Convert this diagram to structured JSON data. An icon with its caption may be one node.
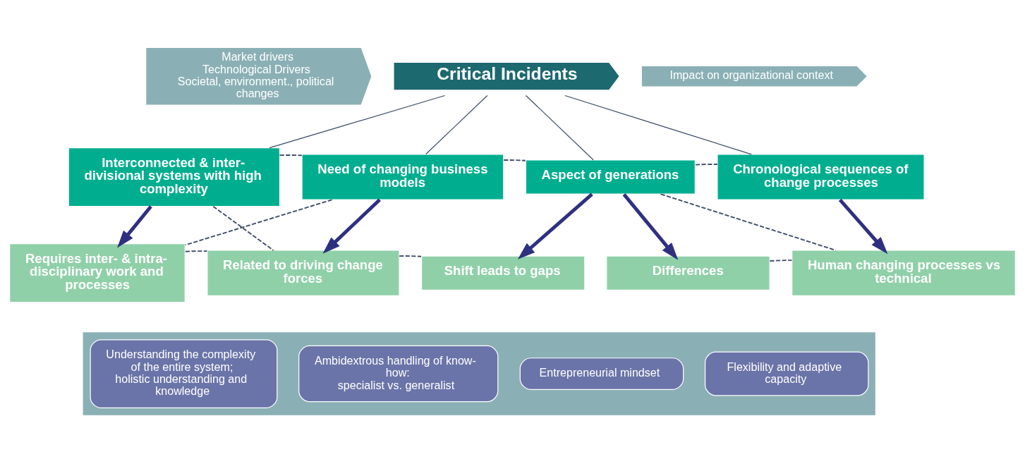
{
  "diagram": {
    "nodes": [
      {
        "text": [
          "Market drivers",
          "Technological Drivers",
          "Societal, environment., political changes"
        ]
      },
      {
        "text": [
          "Critical Incidents"
        ]
      },
      {
        "text": [
          "Impact on organizational context"
        ]
      },
      {
        "text": [
          "Interconnected & inter-divisional systems with high complexity"
        ]
      },
      {
        "text": [
          "Need of changing business models"
        ]
      },
      {
        "text": [
          "Aspect of generations"
        ]
      },
      {
        "text": [
          "Chronological sequences of change processes"
        ]
      },
      {
        "text": [
          "Requires inter- & intra-disciplinary work and processes"
        ]
      },
      {
        "text": [
          "Related to driving change forces"
        ]
      },
      {
        "text": [
          "Shift leads to gaps"
        ]
      },
      {
        "text": [
          "Differences"
        ]
      },
      {
        "text": [
          "Human changing processes vs technical"
        ]
      },
      {
        "text": [],
        "shape": "funnel"
      },
      {
        "text": [
          "Understanding the complexity of the entire system;",
          "holistic understanding and knowledge"
        ],
        "in": 12
      },
      {
        "text": [
          "Ambidextrous handling of know-how:",
          "specialist vs. generalist"
        ],
        "in": 12
      },
      {
        "text": [
          "Entrepreneurial mindset"
        ],
        "in": 12
      },
      {
        "text": [
          "Flexibility and adaptive capacity"
        ],
        "in": 12
      }
    ],
    "edges": [
      {
        "from": 1,
        "to": 3,
        "arrow": "none"
      },
      {
        "from": 1,
        "to": 4,
        "arrow": "none"
      },
      {
        "from": 1,
        "to": 5,
        "arrow": "none"
      },
      {
        "from": 1,
        "to": 6,
        "arrow": "none"
      },
      {
        "from": 3,
        "to": 4,
        "arrow": "none",
        "style": "dashed"
      },
      {
        "from": 4,
        "to": 5,
        "arrow": "none",
        "style": "dashed"
      },
      {
        "from": 5,
        "to": 6,
        "arrow": "none",
        "style": "dashed"
      },
      {
        "from": 3,
        "to": 8,
        "arrow": "none",
        "style": "dashed"
      },
      {
        "from": 4,
        "to": 7,
        "arrow": "none",
        "style": "dashed"
      },
      {
        "from": 5,
        "to": 11,
        "arrow": "none",
        "style": "dashed"
      },
      {
        "from": 7,
        "to": 8,
        "arrow": "none",
        "style": "dashed"
      },
      {
        "from": 8,
        "to": 9,
        "arrow": "none",
        "style": "dashed"
      },
      {
        "from": 10,
        "to": 11,
        "arrow": "none",
        "style": "dashed"
      },
      {
        "from": 3,
        "to": 7,
        "arrow": "to",
        "style": "thick",
        "color": "#2e3180"
      },
      {
        "from": 4,
        "to": 8,
        "arrow": "to",
        "style": "thick",
        "color": "#2e3180"
      },
      {
        "from": 5,
        "to": 9,
        "arrow": "to",
        "style": "thick",
        "color": "#2e3180"
      },
      {
        "from": 5,
        "to": 10,
        "arrow": "to",
        "style": "thick",
        "color": "#2e3180"
      },
      {
        "from": 6,
        "to": 11,
        "arrow": "to",
        "style": "thick",
        "color": "#2e3180"
      }
    ]
  }
}
